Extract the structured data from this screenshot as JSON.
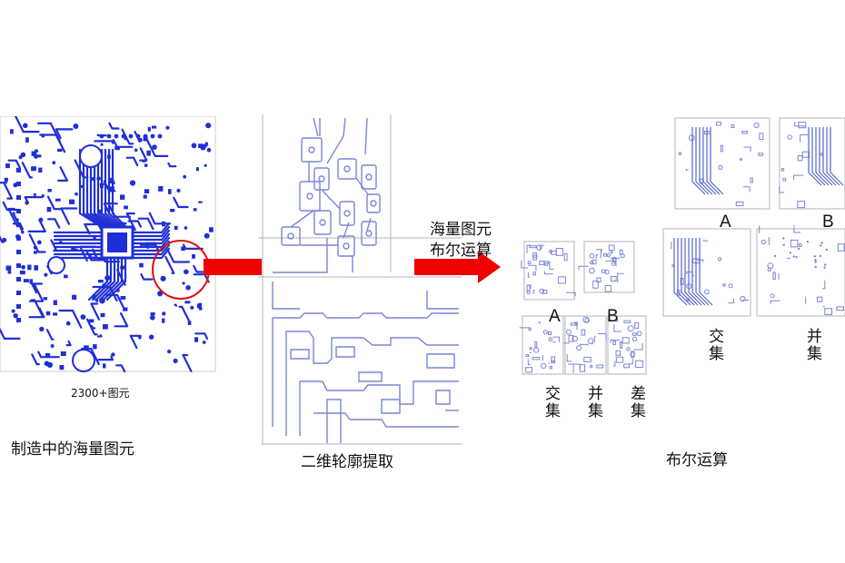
{
  "panels": {
    "panel1": {
      "count_label": "2300+图元",
      "caption": "制造中的海量图元"
    },
    "panel2": {
      "caption": "二维轮廓提取"
    },
    "arrow2_label": {
      "line1": "海量图元",
      "line2": "布尔运算"
    },
    "panel3": {
      "caption": "布尔运算",
      "small_set_labels": {
        "a": "A",
        "b": "B"
      },
      "small_results": {
        "intersection": "交集",
        "union": "并集",
        "difference": "差集"
      },
      "large_set_labels": {
        "a": "A",
        "b": "B"
      },
      "large_results": {
        "intersection": "交集",
        "union": "并集"
      }
    }
  },
  "colors": {
    "trace_blue": "#1f2fd6",
    "outline_blue": "#7a86d6",
    "arrow_red": "#f00000",
    "highlight_red": "#e01010",
    "frame_gray": "#b5b5b5"
  }
}
